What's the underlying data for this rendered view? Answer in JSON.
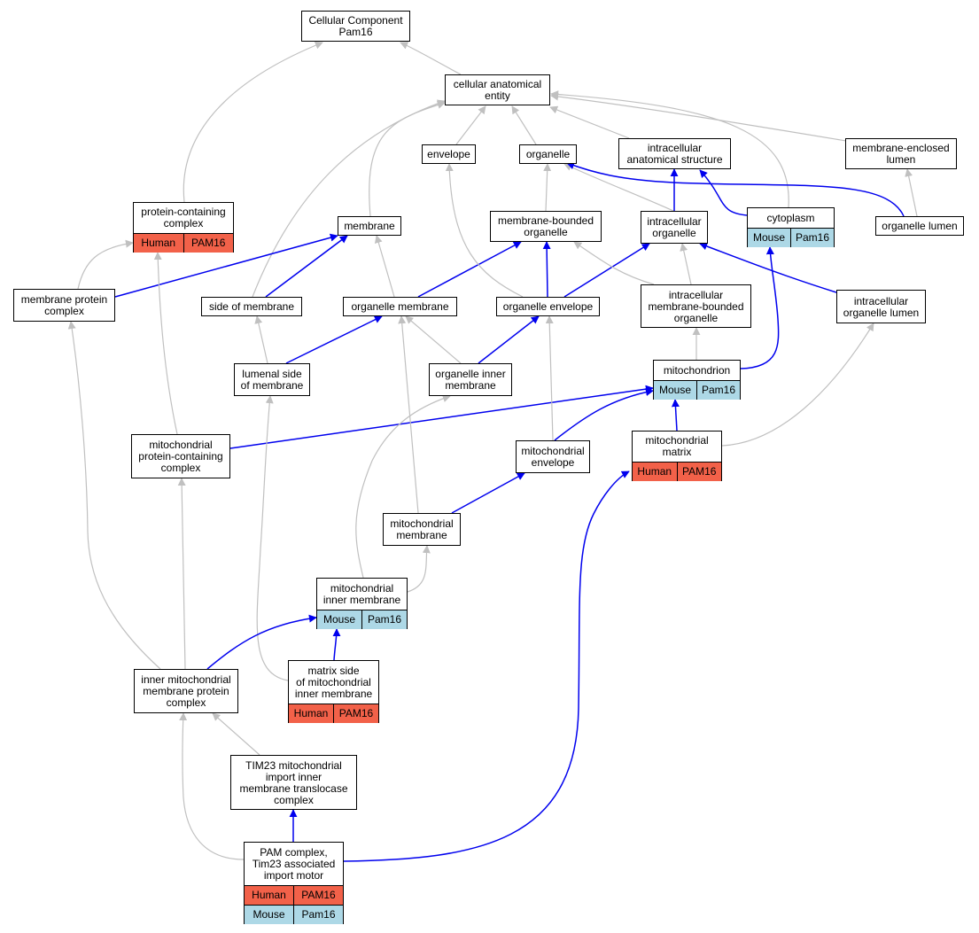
{
  "diagram": {
    "title_node": "n_cc",
    "colors": {
      "is_a_edge": "#c0c0c0",
      "part_of_edge": "#0000ee",
      "human_cell": "#f26149",
      "mouse_cell": "#add8e6"
    },
    "nodes": [
      {
        "id": "n_cc",
        "label": "Cellular Component\nPam16"
      },
      {
        "id": "n_cae",
        "label": "cellular anatomical\nentity"
      },
      {
        "id": "n_env",
        "label": "envelope"
      },
      {
        "id": "n_org",
        "label": "organelle"
      },
      {
        "id": "n_ias",
        "label": "intracellular\nanatomical structure"
      },
      {
        "id": "n_mel",
        "label": "membrane-enclosed\nlumen"
      },
      {
        "id": "n_pcc",
        "label": "protein-containing\ncomplex",
        "rows": [
          {
            "cls": "human",
            "species": "Human",
            "gene": "PAM16"
          }
        ]
      },
      {
        "id": "n_mem",
        "label": "membrane"
      },
      {
        "id": "n_mbo",
        "label": "membrane-bounded\norganelle"
      },
      {
        "id": "n_iorg",
        "label": "intracellular\norganelle"
      },
      {
        "id": "n_cyto",
        "label": "cytoplasm",
        "rows": [
          {
            "cls": "mouse",
            "species": "Mouse",
            "gene": "Pam16"
          }
        ]
      },
      {
        "id": "n_olum",
        "label": "organelle lumen"
      },
      {
        "id": "n_mpc",
        "label": "membrane protein\ncomplex"
      },
      {
        "id": "n_som",
        "label": "side of membrane"
      },
      {
        "id": "n_omem",
        "label": "organelle membrane"
      },
      {
        "id": "n_oenv",
        "label": "organelle envelope"
      },
      {
        "id": "n_imbo",
        "label": "intracellular\nmembrane-bounded\norganelle"
      },
      {
        "id": "n_iol",
        "label": "intracellular\norganelle lumen"
      },
      {
        "id": "n_lsm",
        "label": "lumenal side\nof membrane"
      },
      {
        "id": "n_oim",
        "label": "organelle inner\nmembrane"
      },
      {
        "id": "n_mito",
        "label": "mitochondrion",
        "rows": [
          {
            "cls": "mouse",
            "species": "Mouse",
            "gene": "Pam16"
          }
        ]
      },
      {
        "id": "n_mpcc",
        "label": "mitochondrial\nprotein-containing\ncomplex"
      },
      {
        "id": "n_menv",
        "label": "mitochondrial\nenvelope"
      },
      {
        "id": "n_mmat",
        "label": "mitochondrial\nmatrix",
        "rows": [
          {
            "cls": "human",
            "species": "Human",
            "gene": "PAM16"
          }
        ]
      },
      {
        "id": "n_mmem",
        "label": "mitochondrial\nmembrane"
      },
      {
        "id": "n_mim",
        "label": "mitochondrial\ninner membrane",
        "rows": [
          {
            "cls": "mouse",
            "species": "Mouse",
            "gene": "Pam16"
          }
        ]
      },
      {
        "id": "n_imm",
        "label": "inner mitochondrial\nmembrane protein\ncomplex"
      },
      {
        "id": "n_msim",
        "label": "matrix side\nof mitochondrial\ninner membrane",
        "rows": [
          {
            "cls": "human",
            "species": "Human",
            "gene": "PAM16"
          }
        ]
      },
      {
        "id": "n_tim",
        "label": "TIM23 mitochondrial\nimport inner\nmembrane translocase\ncomplex"
      },
      {
        "id": "n_pam",
        "label": "PAM complex,\nTim23 associated\nimport motor",
        "rows": [
          {
            "cls": "human",
            "species": "Human",
            "gene": "PAM16"
          },
          {
            "cls": "mouse",
            "species": "Mouse",
            "gene": "Pam16"
          }
        ]
      }
    ],
    "edges": [
      {
        "from": "n_cae",
        "to": "n_cc",
        "rel": "is_a"
      },
      {
        "from": "n_pcc",
        "to": "n_cc",
        "rel": "is_a"
      },
      {
        "from": "n_env",
        "to": "n_cae",
        "rel": "is_a"
      },
      {
        "from": "n_org",
        "to": "n_cae",
        "rel": "is_a"
      },
      {
        "from": "n_ias",
        "to": "n_cae",
        "rel": "is_a"
      },
      {
        "from": "n_mel",
        "to": "n_cae",
        "rel": "is_a"
      },
      {
        "from": "n_mem",
        "to": "n_cae",
        "rel": "is_a"
      },
      {
        "from": "n_som",
        "to": "n_cae",
        "rel": "is_a"
      },
      {
        "from": "n_cyto",
        "to": "n_cae",
        "rel": "is_a"
      },
      {
        "from": "n_mbo",
        "to": "n_org",
        "rel": "is_a"
      },
      {
        "from": "n_iorg",
        "to": "n_org",
        "rel": "is_a"
      },
      {
        "from": "n_iorg",
        "to": "n_ias",
        "rel": "part_of"
      },
      {
        "from": "n_cyto",
        "to": "n_ias",
        "rel": "part_of"
      },
      {
        "from": "n_olum",
        "to": "n_org",
        "rel": "part_of"
      },
      {
        "from": "n_olum",
        "to": "n_mel",
        "rel": "is_a"
      },
      {
        "from": "n_mpc",
        "to": "n_pcc",
        "rel": "is_a"
      },
      {
        "from": "n_mpc",
        "to": "n_mem",
        "rel": "part_of"
      },
      {
        "from": "n_som",
        "to": "n_mem",
        "rel": "part_of"
      },
      {
        "from": "n_omem",
        "to": "n_mem",
        "rel": "is_a"
      },
      {
        "from": "n_omem",
        "to": "n_mbo",
        "rel": "part_of"
      },
      {
        "from": "n_oenv",
        "to": "n_mbo",
        "rel": "part_of"
      },
      {
        "from": "n_oenv",
        "to": "n_iorg",
        "rel": "part_of"
      },
      {
        "from": "n_oenv",
        "to": "n_env",
        "rel": "is_a"
      },
      {
        "from": "n_imbo",
        "to": "n_mbo",
        "rel": "is_a"
      },
      {
        "from": "n_imbo",
        "to": "n_iorg",
        "rel": "is_a"
      },
      {
        "from": "n_iol",
        "to": "n_iorg",
        "rel": "part_of"
      },
      {
        "from": "n_lsm",
        "to": "n_som",
        "rel": "is_a"
      },
      {
        "from": "n_lsm",
        "to": "n_omem",
        "rel": "part_of"
      },
      {
        "from": "n_oim",
        "to": "n_omem",
        "rel": "is_a"
      },
      {
        "from": "n_oim",
        "to": "n_oenv",
        "rel": "part_of"
      },
      {
        "from": "n_mito",
        "to": "n_imbo",
        "rel": "is_a"
      },
      {
        "from": "n_mito",
        "to": "n_cyto",
        "rel": "part_of"
      },
      {
        "from": "n_mpcc",
        "to": "n_mito",
        "rel": "part_of"
      },
      {
        "from": "n_menv",
        "to": "n_mito",
        "rel": "part_of"
      },
      {
        "from": "n_menv",
        "to": "n_oenv",
        "rel": "is_a"
      },
      {
        "from": "n_mmat",
        "to": "n_mito",
        "rel": "part_of"
      },
      {
        "from": "n_mmat",
        "to": "n_iol",
        "rel": "is_a"
      },
      {
        "from": "n_mmem",
        "to": "n_menv",
        "rel": "part_of"
      },
      {
        "from": "n_mmem",
        "to": "n_omem",
        "rel": "is_a"
      },
      {
        "from": "n_mim",
        "to": "n_mmem",
        "rel": "is_a"
      },
      {
        "from": "n_mim",
        "to": "n_oim",
        "rel": "is_a"
      },
      {
        "from": "n_msim",
        "to": "n_mim",
        "rel": "part_of"
      },
      {
        "from": "n_msim",
        "to": "n_lsm",
        "rel": "is_a"
      },
      {
        "from": "n_imm",
        "to": "n_mim",
        "rel": "part_of"
      },
      {
        "from": "n_imm",
        "to": "n_mpc",
        "rel": "is_a"
      },
      {
        "from": "n_imm",
        "to": "n_mpcc",
        "rel": "is_a"
      },
      {
        "from": "n_mpcc",
        "to": "n_pcc",
        "rel": "is_a"
      },
      {
        "from": "n_tim",
        "to": "n_imm",
        "rel": "is_a"
      },
      {
        "from": "n_pam",
        "to": "n_tim",
        "rel": "part_of"
      },
      {
        "from": "n_pam",
        "to": "n_imm",
        "rel": "is_a"
      },
      {
        "from": "n_pam",
        "to": "n_mmat",
        "rel": "part_of"
      }
    ]
  }
}
